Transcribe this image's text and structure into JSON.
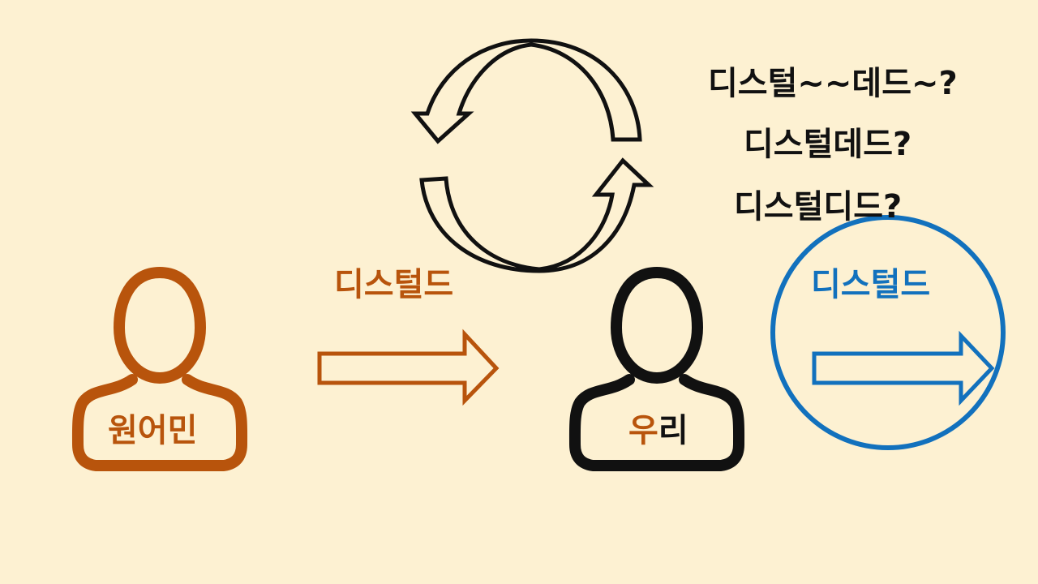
{
  "colors": {
    "background": "#fdf1d2",
    "orange": "#b8540c",
    "blue": "#1271bd",
    "black": "#111111"
  },
  "questions": [
    "디스털~~데드~?",
    "디스털데드?",
    "디스털디드?"
  ],
  "native_speaker": {
    "label": "원어민",
    "icon": "person-icon"
  },
  "arrow_orange": {
    "label": "디스털드"
  },
  "us": {
    "label_part1": "우",
    "label_part2": "리",
    "icon": "person-icon"
  },
  "arrow_blue": {
    "label": "디스털드"
  },
  "cycle": {
    "icon": "refresh-cycle-icon"
  }
}
